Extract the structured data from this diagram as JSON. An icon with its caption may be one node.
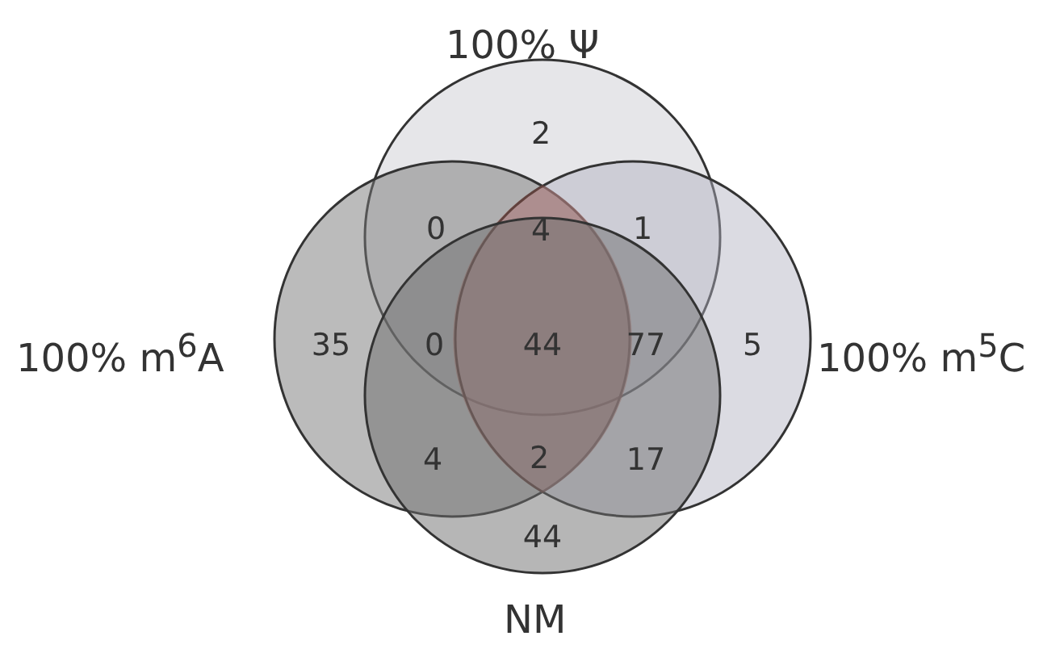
{
  "diagram": {
    "nodes": [
      {
        "text": [
          "100% Ψ"
        ]
      },
      {
        "text": [
          "100% m$^{6}$A"
        ]
      },
      {
        "text": [
          "100% m$^{5}$C"
        ]
      },
      {
        "text": [
          "NM"
        ]
      }
    ],
    "labels": [
      "2",
      "0",
      "4",
      "1",
      "35",
      "0",
      "44",
      "77",
      "5",
      "4",
      "2",
      "17",
      "44"
    ]
  }
}
